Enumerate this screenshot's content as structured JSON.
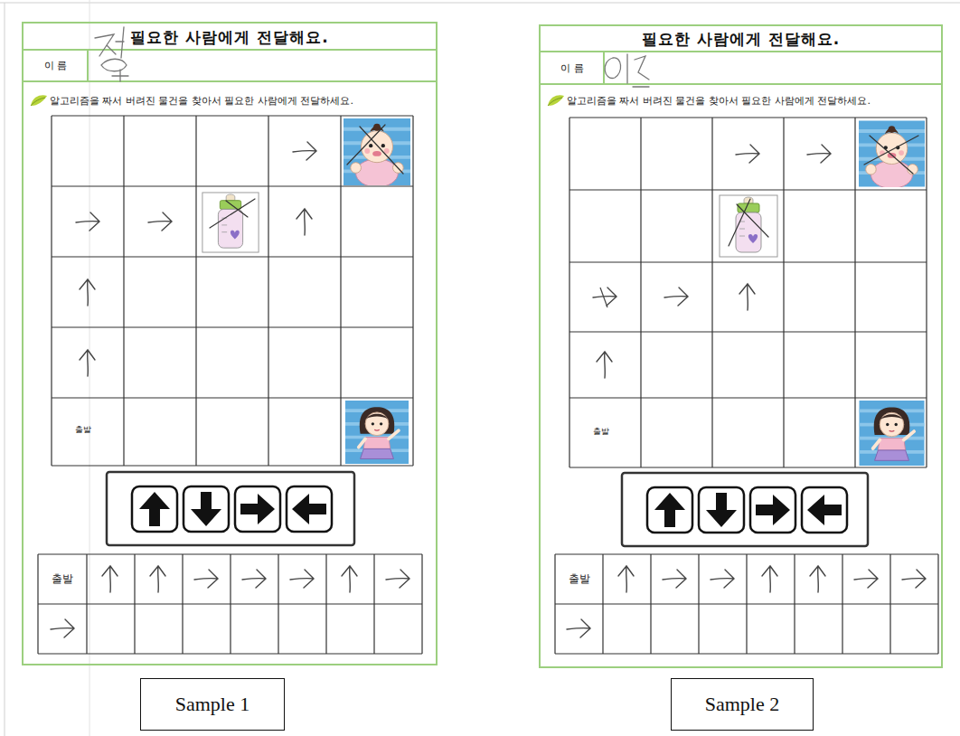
{
  "diagram": {
    "nodes": [
      {
        "text": [
          "필요한 사람에게 전달해요."
        ]
      },
      {
        "text": [
          "이 름"
        ]
      },
      {
        "text": [
          "필요한 사람에게 전달해요."
        ]
      },
      {
        "text": [
          "이 름"
        ]
      },
      {
        "text": [
          "Sample 1"
        ]
      },
      {
        "text": [
          "Sample 2"
        ]
      }
    ],
    "labels": [
      "알고리즘을 짜서 버려진 물건을 찾아서 필요한 사람에게 전달하세요.",
      "출발",
      "출발",
      "알고리즘을 짜서 버려진 물건을 찾아서 필요한 사람에게 전달하세요.",
      "출발",
      "출발"
    ]
  }
}
